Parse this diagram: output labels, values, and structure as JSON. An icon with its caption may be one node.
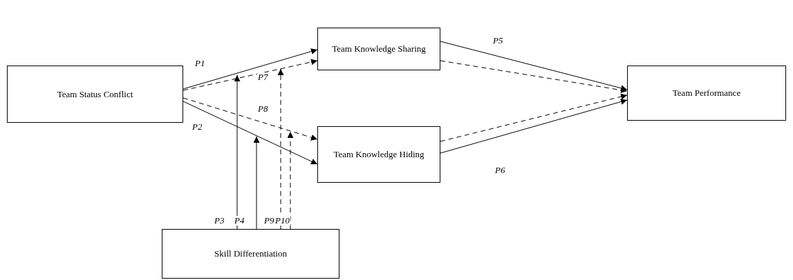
{
  "diagram": {
    "nodes": [
      {
        "text": [
          "Team Status Conflict"
        ]
      },
      {
        "text": [
          "Team Knowledge Sharing"
        ]
      },
      {
        "text": [
          "Team Knowledge Hiding"
        ]
      },
      {
        "text": [
          "Team Performance"
        ]
      },
      {
        "text": [
          "Skill Differentiation"
        ]
      }
    ],
    "edges": [
      {
        "from": 0,
        "to": 1,
        "arrow": "to",
        "label": "P1"
      },
      {
        "from": 0,
        "to": 1,
        "arrow": "to",
        "label": "P7",
        "style": "dashed"
      },
      {
        "from": 0,
        "to": 2,
        "arrow": "to",
        "label": "P8",
        "style": "dashed"
      },
      {
        "from": 0,
        "to": 2,
        "arrow": "to",
        "label": "P2"
      },
      {
        "from": 1,
        "to": 3,
        "arrow": "to",
        "label": "P5"
      },
      {
        "from": 1,
        "to": 3,
        "arrow": "to",
        "style": "dashed"
      },
      {
        "from": 2,
        "to": 3,
        "arrow": "to",
        "style": "dashed"
      },
      {
        "from": 2,
        "to": 3,
        "arrow": "to",
        "label": "P6"
      },
      {
        "from": 4,
        "to": null,
        "arrow": "to",
        "label": "P3"
      },
      {
        "from": 4,
        "to": null,
        "arrow": "to",
        "label": "P4"
      },
      {
        "from": 4,
        "to": null,
        "arrow": "to",
        "label": "P9",
        "style": "dashed"
      },
      {
        "from": 4,
        "to": null,
        "arrow": "to",
        "label": "P10",
        "style": "dashed"
      }
    ]
  }
}
